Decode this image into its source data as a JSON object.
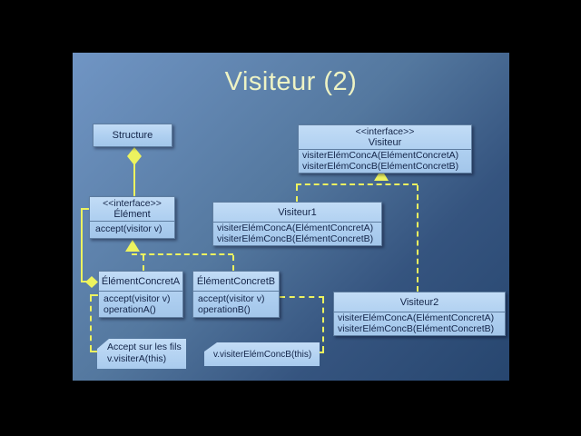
{
  "title": "Visiteur (2)",
  "classes": {
    "structure": {
      "name": "Structure"
    },
    "visiteur": {
      "stereotype": "<<interface>>",
      "name": "Visiteur",
      "methods": [
        "visiterElémConcA(ElémentConcretA)",
        "visiterElémConcB(ElémentConcretB)"
      ]
    },
    "element": {
      "stereotype": "<<interface>>",
      "name": "Élément",
      "methods": [
        "accept(visitor v)"
      ]
    },
    "visiteur1": {
      "name": "Visiteur1",
      "methods": [
        "visiterElémConcA(ElémentConcretA)",
        "visiterElémConcB(ElémentConcretB)"
      ]
    },
    "elementConcretA": {
      "name": "ÉlémentConcretA",
      "methods": [
        "accept(visitor v)",
        "operationA()"
      ]
    },
    "elementConcretB": {
      "name": "ÉlémentConcretB",
      "methods": [
        "accept(visitor v)",
        "operationB()"
      ]
    },
    "visiteur2": {
      "name": "Visiteur2",
      "methods": [
        "visiterElémConcA(ElémentConcretA)",
        "visiterElémConcB(ElémentConcretB)"
      ]
    }
  },
  "notes": {
    "acceptFils": {
      "line1": "Accept sur les fils",
      "line2": "v.visiterA(this)"
    },
    "visiterConcB": {
      "line1": "v.visiterElémConcB(this)"
    }
  },
  "colors": {
    "connector_yellow": "#edf35f",
    "title_text": "#eef3c4",
    "box_fill": "#aecff0",
    "box_border": "#5e7da0",
    "box_text": "#132448",
    "slide_top": "#7095c4",
    "slide_bottom": "#27466f",
    "letterbox": "#000000"
  }
}
